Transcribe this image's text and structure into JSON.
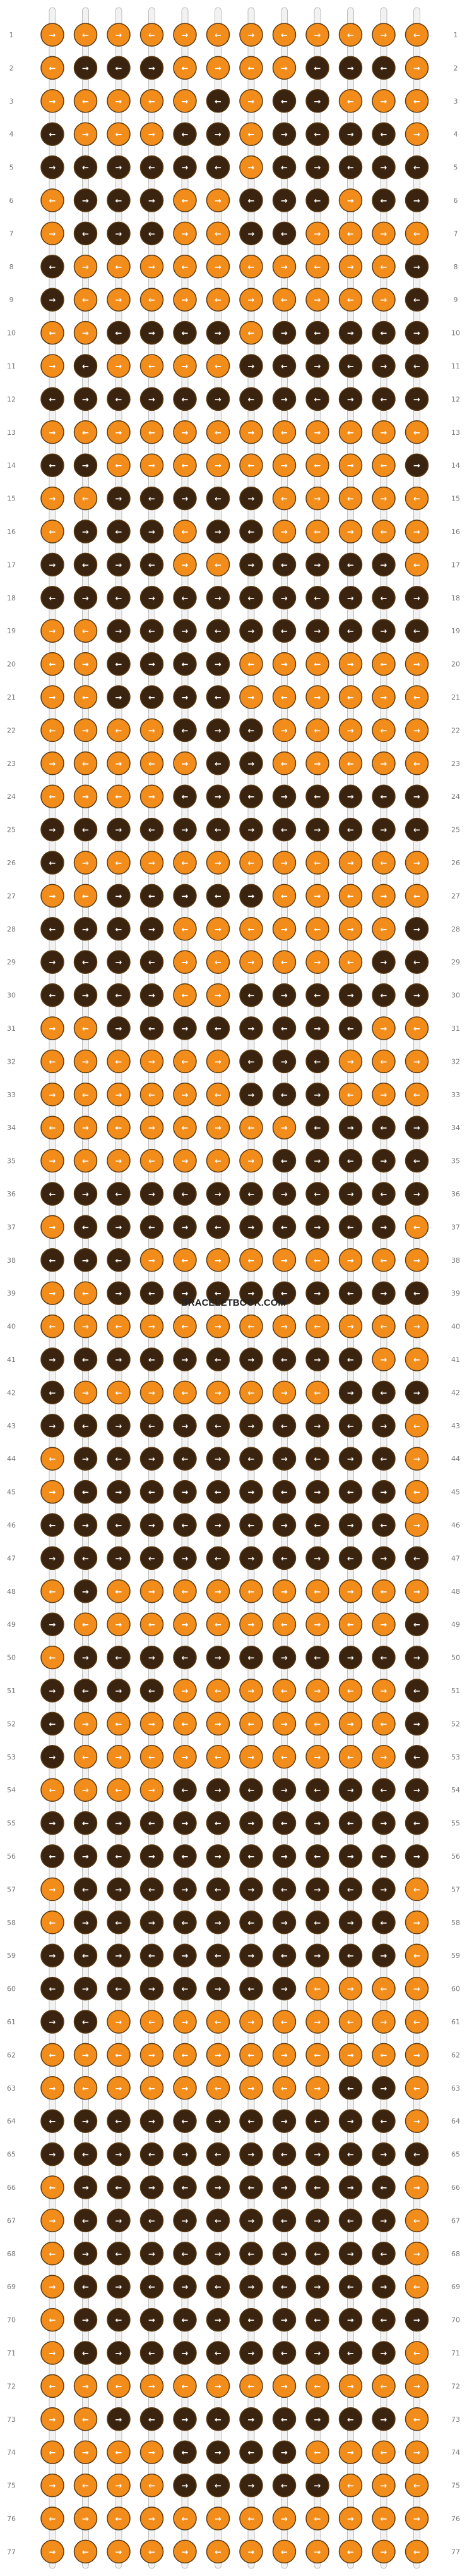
{
  "watermark": "BRACELETBOOK.COM",
  "colors": {
    "light": "#f28c1a",
    "dark": "#3a2410",
    "outline": "#5a3a12",
    "thread_stub": "#f2f2f2",
    "arrow_on_light": "#ffffff",
    "arrow_on_dark": "#ffffff"
  },
  "pattern": {
    "strings": 12,
    "rows": 77,
    "row_numbers": [
      "1",
      "2",
      "3",
      "4",
      "5",
      "6",
      "7",
      "8",
      "9",
      "10",
      "11",
      "12",
      "13",
      "14",
      "15",
      "16",
      "17",
      "18",
      "19",
      "20",
      "21",
      "22",
      "23",
      "24",
      "25",
      "26",
      "27",
      "28",
      "29",
      "30",
      "31",
      "32",
      "33",
      "34",
      "35",
      "36",
      "37",
      "38",
      "39",
      "40",
      "41",
      "42",
      "43",
      "44",
      "45",
      "46",
      "47",
      "48",
      "49",
      "50",
      "51",
      "52",
      "53",
      "54",
      "55",
      "56",
      "57",
      "58",
      "59",
      "60",
      "61",
      "62",
      "63",
      "64",
      "65",
      "66",
      "67",
      "68",
      "69",
      "70",
      "71",
      "72",
      "73",
      "74",
      "75",
      "76",
      "77"
    ],
    "rows_knots": [
      "LLLLLLLLLLLL",
      "LDDDLLLLDDDL",
      "LLLLLDLDDLLL",
      "DLLLDDLDDDDL",
      "DDDDDDLDDDDD",
      "LDDDLLDDDLDD",
      "LDDDLLDDLLLL",
      "DLLLLLLLLLLD",
      "DLLLLLLLLLLD",
      "LLDDDDLDDDDD",
      "LDLLLLDDDDDD",
      "DDDDDDDDDDDD",
      "LLLLLLLLLLLL",
      "DDLLLLLLLLLD",
      "LLDDDDDLLLLL",
      "LDDDLDDLLLLL",
      "DDDDLLDDDDDL",
      "DDDDDDDDDDDD",
      "LLDDDDDDDDDD",
      "LLDDDDLLLLLL",
      "LLDDDDLLLLLL",
      "LLLLDDDLLLLL",
      "LLLLLDDLLLLL",
      "LLLLDDDDDDDD",
      "DDDDDDDDDDDD",
      "DLLLLLLLLLLL",
      "LLDDDDDLLLLL",
      "DDDDLLLLLLLD",
      "DDDDLLLLLLDD",
      "DDDDLLDDDDDD",
      "LLDDDDDDDDLL",
      "LLLLLLDDDLLL",
      "LLLLLLDDDLLL",
      "LLLLLLLLDDDD",
      "LLLLLLLDDDDD",
      "DDDDDDDDDDDD",
      "LDDDDDDDDDDL",
      "DDDLLLLLLLLL",
      "LLDDDDDDDDDD",
      "LLLLLLLLLLLL",
      "DDDDDDDDDDLL",
      "DLLLLLLLLDDD",
      "DDDDDDDDDDDL",
      "LDDDDDDDDDDL",
      "LDDDDDDDDDDL",
      "DDDDDDDDDDDL",
      "DDDDDDDDDDDD",
      "LDLLLLLLLLLL",
      "DLLLLLLLLLLD",
      "LDDDDDDDDDDD",
      "DDDDLLLLLLLD",
      "DLLLLLLLLLLD",
      "DLLLLLLLLLLD",
      "LLLLDDDDDDDD",
      "DDDDDDDDDDDD",
      "DDDDDDDDDDDD",
      "LDDDDDDDDDDL",
      "LDDDDDDDDDDL",
      "DDDDDDDDDDDL",
      "DDDDDDDDLLLL",
      "DDLLLLLLLLLL",
      "LLLLLLLLLLLL",
      "LLLLLLLLLDDL",
      "DDDDDDDDDDDL",
      "DDDDDDDDDDDD",
      "LDDDDDDDDDDL",
      "LDDDDDDDDDDL",
      "LDDDDDDDDDDL",
      "LDDDDDDDDDDL",
      "LDDDDDDDDDDD",
      "LDDDDDDDDDDL",
      "LLLLLLLLLLLL",
      "LLDDDDDDDDDL",
      "LLLLDDDDLLLL",
      "LLLLDDDDDLLL",
      "LLLLLLLLLLLL",
      "LLLLLLLLLLLL"
    ]
  }
}
